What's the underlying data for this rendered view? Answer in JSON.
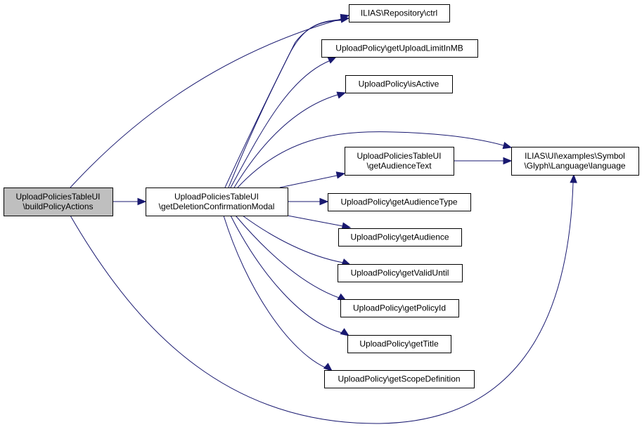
{
  "title": "Call graph of UploadPoliciesTableUI\\buildPolicyActions",
  "colors": {
    "edge": "#191970",
    "root_fill": "#bfbfbf",
    "node_fill": "#ffffff",
    "border": "#000000"
  },
  "nodes": [
    {
      "id": "buildPolicyActions",
      "lines": [
        "UploadPoliciesTableUI",
        "\\buildPolicyActions"
      ],
      "root": true
    },
    {
      "id": "getDeletionConfirmationModal",
      "lines": [
        "UploadPoliciesTableUI",
        "\\getDeletionConfirmationModal"
      ]
    },
    {
      "id": "ctrl",
      "lines": [
        "ILIAS\\Repository\\ctrl"
      ]
    },
    {
      "id": "getUploadLimitInMB",
      "lines": [
        "UploadPolicy\\getUploadLimitInMB"
      ]
    },
    {
      "id": "isActive",
      "lines": [
        "UploadPolicy\\isActive"
      ]
    },
    {
      "id": "getAudienceText",
      "lines": [
        "UploadPoliciesTableUI",
        "\\getAudienceText"
      ]
    },
    {
      "id": "language",
      "lines": [
        "ILIAS\\UI\\examples\\Symbol",
        "\\Glyph\\Language\\language"
      ]
    },
    {
      "id": "getAudienceType",
      "lines": [
        "UploadPolicy\\getAudienceType"
      ]
    },
    {
      "id": "getAudience",
      "lines": [
        "UploadPolicy\\getAudience"
      ]
    },
    {
      "id": "getValidUntil",
      "lines": [
        "UploadPolicy\\getValidUntil"
      ]
    },
    {
      "id": "getPolicyId",
      "lines": [
        "UploadPolicy\\getPolicyId"
      ]
    },
    {
      "id": "getTitle",
      "lines": [
        "UploadPolicy\\getTitle"
      ]
    },
    {
      "id": "getScopeDefinition",
      "lines": [
        "UploadPolicy\\getScopeDefinition"
      ]
    }
  ],
  "edges": [
    {
      "from": "buildPolicyActions",
      "to": "getDeletionConfirmationModal"
    },
    {
      "from": "buildPolicyActions",
      "to": "ctrl"
    },
    {
      "from": "buildPolicyActions",
      "to": "language"
    },
    {
      "from": "getDeletionConfirmationModal",
      "to": "ctrl"
    },
    {
      "from": "getDeletionConfirmationModal",
      "to": "getUploadLimitInMB"
    },
    {
      "from": "getDeletionConfirmationModal",
      "to": "isActive"
    },
    {
      "from": "getDeletionConfirmationModal",
      "to": "language"
    },
    {
      "from": "getDeletionConfirmationModal",
      "to": "getAudienceText"
    },
    {
      "from": "getDeletionConfirmationModal",
      "to": "getAudienceType"
    },
    {
      "from": "getDeletionConfirmationModal",
      "to": "getAudience"
    },
    {
      "from": "getDeletionConfirmationModal",
      "to": "getValidUntil"
    },
    {
      "from": "getDeletionConfirmationModal",
      "to": "getPolicyId"
    },
    {
      "from": "getDeletionConfirmationModal",
      "to": "getTitle"
    },
    {
      "from": "getDeletionConfirmationModal",
      "to": "getScopeDefinition"
    },
    {
      "from": "getAudienceText",
      "to": "language"
    }
  ]
}
